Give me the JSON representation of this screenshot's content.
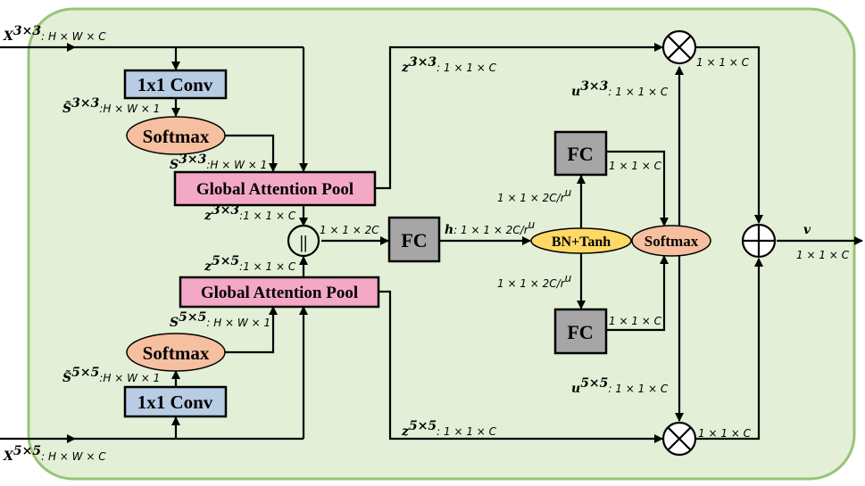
{
  "inputs": {
    "x3_sym": "X",
    "x3_sup": "3×3",
    "x3_dim": ": H × W × C",
    "x5_sym": "X",
    "x5_sup": "5×5",
    "x5_dim": ": H × W × C"
  },
  "blocks": {
    "conv": "1x1 Conv",
    "softmax": "Softmax",
    "gap": "Global Attention Pool",
    "concat": "||",
    "fc": "FC",
    "bn_tanh": "BN+Tanh"
  },
  "labels": {
    "s3_tilde_sym": "S̃",
    "s3_tilde_sup": "3×3",
    "s3_tilde_dim": ":H × W × 1",
    "s3_sym": "S",
    "s3_sup": "3×3",
    "s3_dim": ":H × W × 1",
    "z3_sym": "z",
    "z3_sup": "3×3",
    "z3_dim_left": ":1 × 1 × C",
    "z3_dim_top": ": 1 × 1 × C",
    "z5_sym": "z",
    "z5_sup": "5×5",
    "z5_dim_left": ":1 × 1 × C",
    "z5_dim_bottom": ": 1 × 1 × C",
    "s5_sym": "S",
    "s5_sup": "5×5",
    "s5_dim": ": H × W × 1",
    "s5_tilde_sym": "S̃",
    "s5_tilde_sup": "5×5",
    "s5_tilde_dim": ":H × W × 1",
    "concat_dim": "1 × 1 × 2C",
    "h_sym": "h",
    "h_dim": ": 1 × 1 × 2C/r",
    "h_sup": "u",
    "fc_top_dim": "1 × 1 × 2C/r",
    "fc_top_sup": "u",
    "fc_bot_dim": "1 × 1 × 2C/r",
    "fc_bot_sup": "u",
    "fc_top_out": "1 × 1 × C",
    "fc_bot_out": "1 × 1 × C",
    "u3_sym": "u",
    "u3_sup": "3×3",
    "u3_dim": ": 1 × 1 × C",
    "u5_sym": "u",
    "u5_sup": "5×5",
    "u5_dim": ": 1 × 1 × C",
    "mul_top_dim": "1 × 1 × C",
    "mul_bot_dim": "1 × 1 × C",
    "v_sym": "v",
    "v_dim": "1 × 1 × C"
  },
  "operators": {
    "multiply": "⊗",
    "add": "⊕"
  },
  "colors": {
    "background": "#e3efd6",
    "background_border": "#97c476",
    "conv": "#b8cce4",
    "softmax": "#f6bfa0",
    "gap": "#f3a8c5",
    "fc": "#a6a6a6",
    "bn_tanh": "#ffd966"
  }
}
